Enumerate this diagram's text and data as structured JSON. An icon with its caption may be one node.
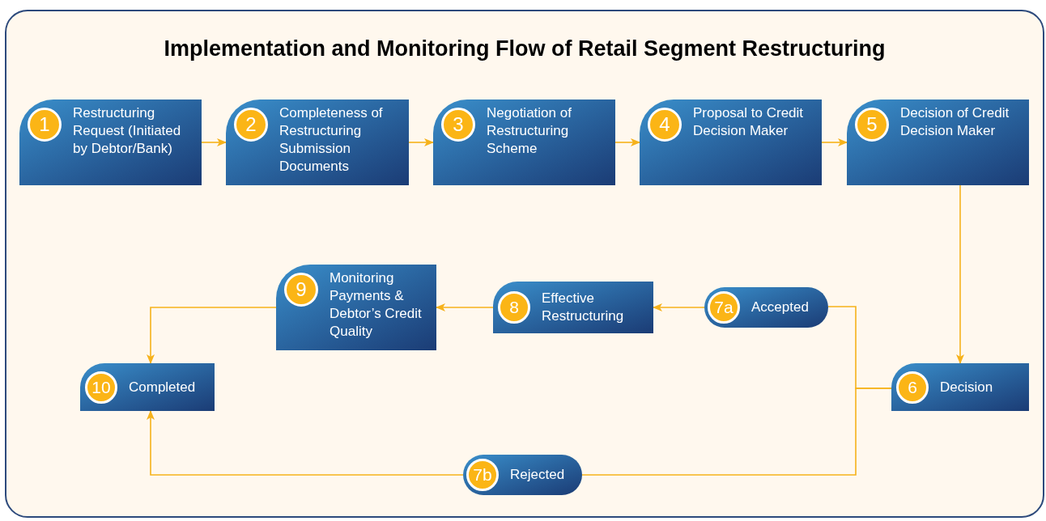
{
  "diagram": {
    "title": "Implementation and Monitoring Flow of Retail Segment Restructuring",
    "nodes": [
      {
        "text": [
          "1",
          "Restructuring Request (Initiated by Debtor/Bank)"
        ]
      },
      {
        "text": [
          "2",
          "Completeness of Restructuring Submission Documents"
        ]
      },
      {
        "text": [
          "3",
          "Negotiation of Restructuring Scheme"
        ]
      },
      {
        "text": [
          "4",
          "Proposal to Credit Decision Maker"
        ]
      },
      {
        "text": [
          "5",
          "Decision of Credit Decision Maker"
        ]
      },
      {
        "text": [
          "6",
          "Decision"
        ]
      },
      {
        "text": [
          "7a",
          "Accepted"
        ]
      },
      {
        "text": [
          "8",
          "Effective Restructuring"
        ]
      },
      {
        "text": [
          "9",
          "Monitoring Payments & Debtor’s Credit Quality"
        ]
      },
      {
        "text": [
          "10",
          "Completed"
        ]
      },
      {
        "text": [
          "7b",
          "Rejected"
        ]
      }
    ],
    "edges": [
      {
        "from": 0,
        "to": 1,
        "arrow": "to"
      },
      {
        "from": 1,
        "to": 2,
        "arrow": "to"
      },
      {
        "from": 2,
        "to": 3,
        "arrow": "to"
      },
      {
        "from": 3,
        "to": 4,
        "arrow": "to"
      },
      {
        "from": 4,
        "to": 5,
        "arrow": "to"
      },
      {
        "from": 5,
        "to": 6,
        "arrow": "none"
      },
      {
        "from": 5,
        "to": 10,
        "arrow": "none"
      },
      {
        "from": 6,
        "to": 7,
        "arrow": "to"
      },
      {
        "from": 7,
        "to": 8,
        "arrow": "to"
      },
      {
        "from": 8,
        "to": 9,
        "arrow": "to"
      },
      {
        "from": 10,
        "to": 9,
        "arrow": "to"
      }
    ]
  }
}
